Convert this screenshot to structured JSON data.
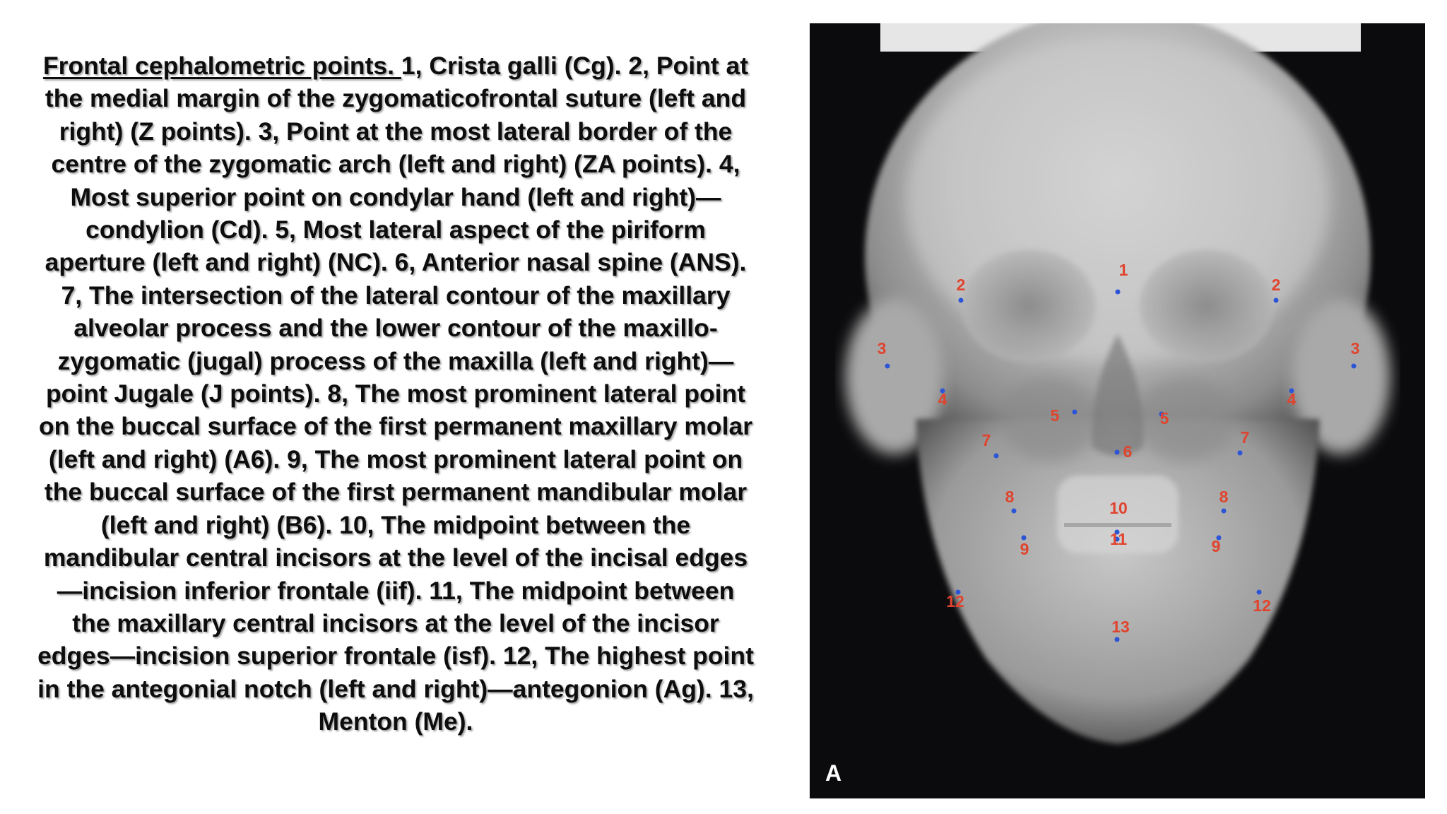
{
  "caption": {
    "heading": " Frontal cephalometric points. ",
    "body": "1, Crista galli (Cg). 2, Point at the medial margin of the zygomaticofrontal suture (left and right) (Z points). 3, Point at the most lateral border of the centre of the zygomatic arch (left and right) (ZA points). 4, Most superior point on condylar hand (left and right)—condylion (Cd). 5, Most lateral aspect of the piriform aperture (left and right) (NC). 6, Anterior nasal spine (ANS). 7, The intersection of the lateral contour of the maxillary alveolar process and the lower contour of the maxillo-zygomatic (jugal) process of the maxilla (left and right)—point Jugale (J points). 8, The most prominent lateral point on the buccal surface of the first permanent maxillary molar (left and right) (A6). 9, The most prominent lateral point on the buccal surface of the first permanent mandibular molar (left and right) (B6). 10, The midpoint between the mandibular central incisors at the level of the incisal edges—incision inferior frontale (iif). 11, The midpoint between the maxillary central incisors at the level of the incisor edges—incision superior frontale (isf). 12, The highest point in the antegonial notch (left and right)—antegonion (Ag). 13, Menton (Me)."
  },
  "figure": {
    "panel_letter": "A",
    "marker_color": "#e0442e",
    "dot_color": "#2b55d6",
    "landmarks": [
      {
        "label": "1"
      },
      {
        "label": "2"
      },
      {
        "label": "2"
      },
      {
        "label": "3"
      },
      {
        "label": "3"
      },
      {
        "label": "4"
      },
      {
        "label": "4"
      },
      {
        "label": "5"
      },
      {
        "label": "5"
      },
      {
        "label": "6"
      },
      {
        "label": "7"
      },
      {
        "label": "7"
      },
      {
        "label": "8"
      },
      {
        "label": "8"
      },
      {
        "label": "9"
      },
      {
        "label": "9"
      },
      {
        "label": "10"
      },
      {
        "label": "11"
      },
      {
        "label": "12"
      },
      {
        "label": "12"
      },
      {
        "label": "13"
      }
    ]
  }
}
